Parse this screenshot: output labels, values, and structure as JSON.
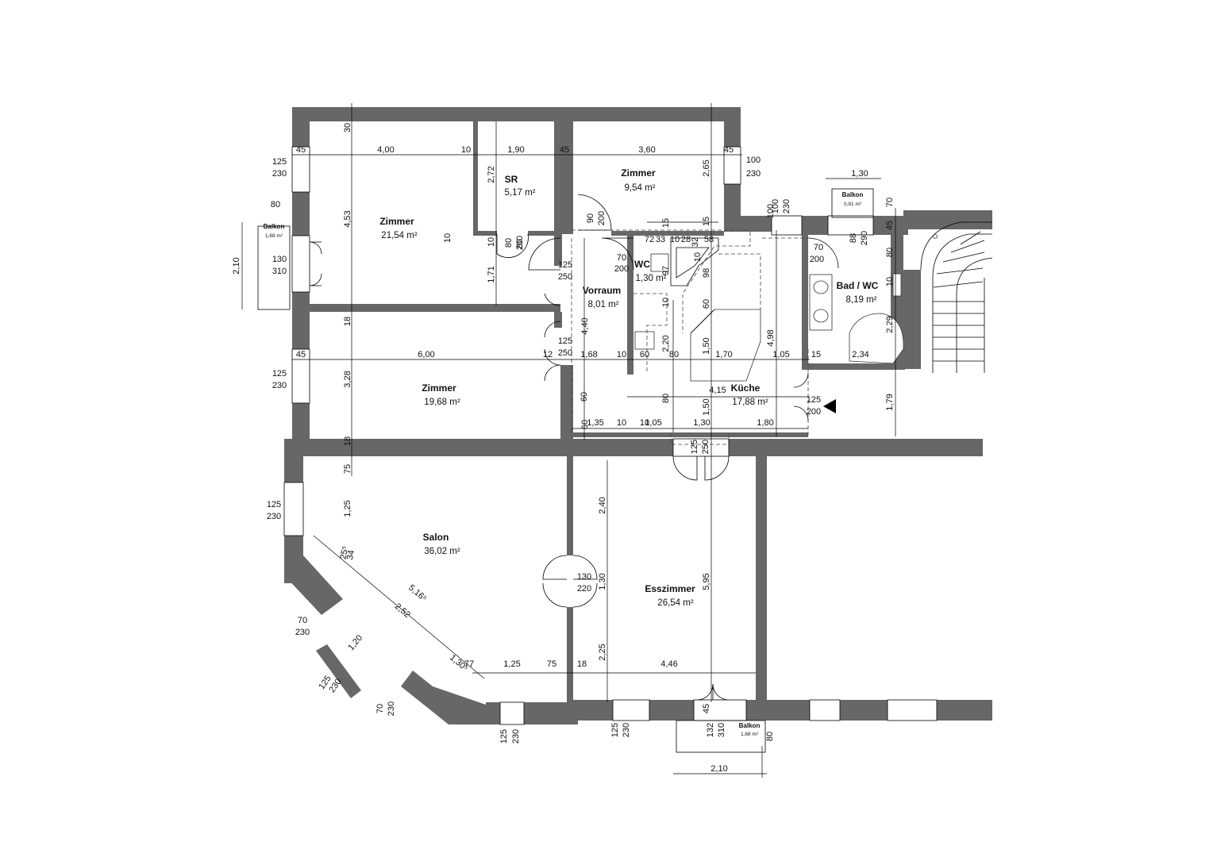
{
  "rooms": [
    {
      "id": "zimmer-nw",
      "name": "Zimmer",
      "area": "21,54 m²"
    },
    {
      "id": "sr",
      "name": "SR",
      "area": "5,17 m²"
    },
    {
      "id": "zimmer-n",
      "name": "Zimmer",
      "area": "9,54 m²"
    },
    {
      "id": "vorraum",
      "name": "Vorraum",
      "area": "8,01 m²"
    },
    {
      "id": "wc",
      "name": "WC",
      "area": "1,30 m²"
    },
    {
      "id": "bad-wc",
      "name": "Bad / WC",
      "area": "8,19 m²"
    },
    {
      "id": "kueche",
      "name": "Küche",
      "area": "17,88 m²"
    },
    {
      "id": "zimmer-w",
      "name": "Zimmer",
      "area": "19,68 m²"
    },
    {
      "id": "salon",
      "name": "Salon",
      "area": "36,02 m²"
    },
    {
      "id": "esszimmer",
      "name": "Esszimmer",
      "area": "26,54 m²"
    }
  ],
  "balconies": [
    {
      "id": "balkon-w",
      "name": "Balkon",
      "area": "1,68 m²"
    },
    {
      "id": "balkon-ne",
      "name": "Balkon",
      "area": "0,91 m²"
    },
    {
      "id": "balkon-s",
      "name": "Balkon",
      "area": "1,68 m²"
    }
  ],
  "dimensions": {
    "zimmer_nw_width": "4,00",
    "sr_width": "1,90",
    "zimmer_n_width": "3,60",
    "zimmer_w_width": "6,00",
    "vorraum_width": "1,68",
    "kueche_width": "4,15",
    "kueche_kitchen": "1,70",
    "bath_gap": "1,05",
    "bath_width": "2,34",
    "balkon_ne_width": "1,30",
    "balkon_s_width": "2,10",
    "balkon_w_height": "2,10",
    "corr_135": "1,35",
    "corr_105": "1,05",
    "corr_130": "1,30",
    "corr_180": "1,80",
    "esszimmer_width": "4,46",
    "salon_125": "1,25",
    "salon_diag_516": "5,16⁵",
    "salon_diag_252": "2,52",
    "salon_diag_120": "1,20",
    "salon_diag_130": "1,30⁵",
    "salon_diag_25": "25⁵",
    "salon_diag_34": "34",
    "zimmer_nw_height": "4,53",
    "zimmer_w_height": "3,28",
    "sr_height": "2,72",
    "corr_171": "1,71",
    "vorraum_height": "4,40",
    "zimmer_n_height": "2,65",
    "kueche_height": "4,98",
    "kitchen_150": "1,50",
    "kitchen_220": "2,20",
    "bath_229": "2,29",
    "stair_179": "1,79",
    "ess_height": "5,95",
    "ess_240": "2,40",
    "ess_130": "1,30",
    "ess_225": "2,25",
    "salon_v125": "1,25",
    "v75": "75",
    "v75b": "75",
    "v77": "77",
    "n10": "10",
    "n10b": "10",
    "n10c": "10",
    "n10d": "10",
    "n10e": "10",
    "n10f": "10",
    "n10g": "10",
    "n10h": "10",
    "n10i": "10",
    "n12": "12",
    "n15": "15",
    "n15b": "15",
    "n15c": "15",
    "n18": "18",
    "n18b": "18",
    "n18c": "18",
    "n30": "30",
    "n32": "32",
    "n33": "33",
    "n45": "45",
    "n45b": "45",
    "n45c": "45",
    "n45d": "45",
    "n45e": "45",
    "n45f": "45",
    "n58": "58",
    "n60": "60",
    "n60b": "60",
    "n60c": "60",
    "n60d": "60",
    "n70": "70",
    "n70b": "70",
    "n72": "72",
    "n80": "80",
    "n80b": "80",
    "n80c": "80",
    "n80d": "80",
    "n80e": "80",
    "n80f": "80",
    "n88": "88",
    "n97": "97",
    "n98": "98",
    "n28": "28",
    "n_1028": "10",
    "n100": "100",
    "n100b": "100",
    "n290": "290"
  },
  "openings": [
    {
      "id": "win-nw1",
      "w": "125",
      "h": "230"
    },
    {
      "id": "win-ne1",
      "w": "100",
      "h": "230"
    },
    {
      "id": "door-balkon-w",
      "w": "130",
      "h": "310"
    },
    {
      "id": "win-w2",
      "w": "125",
      "h": "230"
    },
    {
      "id": "win-salon-w",
      "w": "125",
      "h": "230"
    },
    {
      "id": "win-salon-sw",
      "w": "70",
      "h": "230"
    },
    {
      "id": "win-salon-s1",
      "w": "125",
      "h": "230"
    },
    {
      "id": "win-salon-s2",
      "w": "70",
      "h": "230"
    },
    {
      "id": "win-salon-s3",
      "w": "125",
      "h": "230"
    },
    {
      "id": "win-ess-s",
      "w": "125",
      "h": "230"
    },
    {
      "id": "door-balkon-s",
      "w": "132",
      "h": "310"
    },
    {
      "id": "door-sr",
      "w": "80",
      "h": "200"
    },
    {
      "id": "door-zimmer-n",
      "w": "90",
      "h": "200"
    },
    {
      "id": "door-vorraum-zimmer1",
      "w": "125",
      "h": "250"
    },
    {
      "id": "door-vorraum-zimmer2",
      "w": "125",
      "h": "250"
    },
    {
      "id": "door-wc",
      "w": "70",
      "h": "200"
    },
    {
      "id": "door-bad",
      "w": "70",
      "h": "200"
    },
    {
      "id": "door-kueche",
      "w": "125",
      "h": "200"
    },
    {
      "id": "door-salon-ess",
      "w": "130",
      "h": "220"
    },
    {
      "id": "door-corridor",
      "w": "125",
      "h": "250"
    },
    {
      "id": "win-top",
      "w": "100",
      "h": "230"
    }
  ]
}
